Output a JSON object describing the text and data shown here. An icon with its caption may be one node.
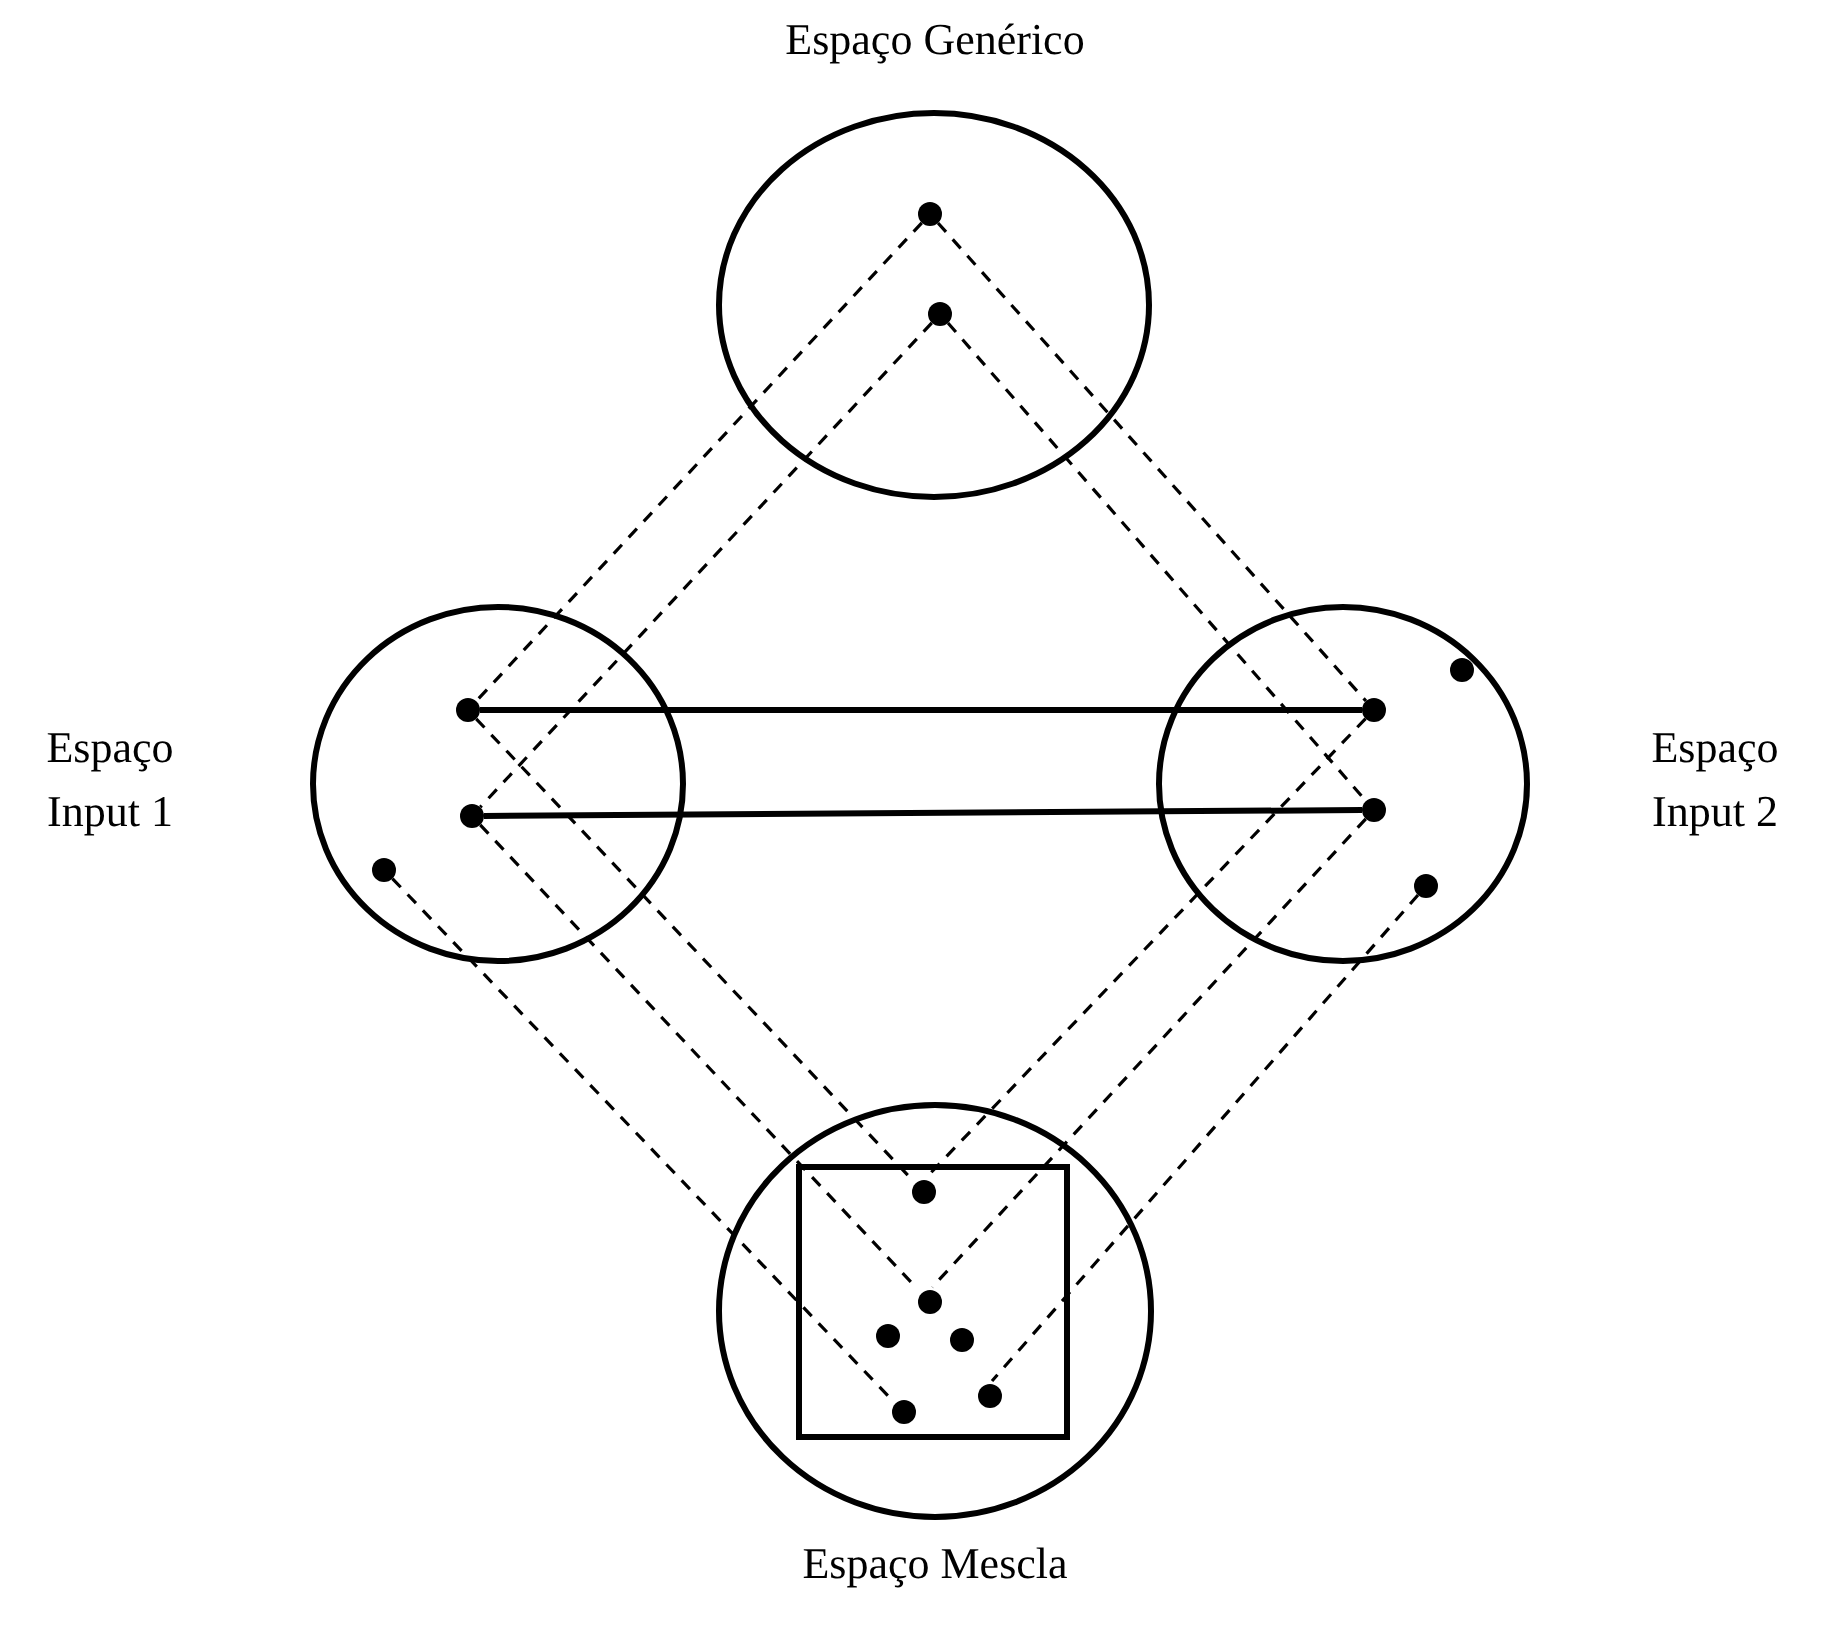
{
  "diagram": {
    "nodes": [
      {
        "text": [
          "Espaço Genérico"
        ]
      },
      {
        "text": [],
        "shape": "dot",
        "in": 0
      },
      {
        "text": [],
        "shape": "dot",
        "in": 0
      },
      {
        "text": [
          "Espaço Input 1"
        ]
      },
      {
        "text": [],
        "shape": "dot",
        "in": 3
      },
      {
        "text": [],
        "shape": "dot",
        "in": 3
      },
      {
        "text": [],
        "shape": "dot",
        "in": 3
      },
      {
        "text": [
          "Espaço Input 2"
        ]
      },
      {
        "text": [],
        "shape": "dot",
        "in": 7
      },
      {
        "text": [],
        "shape": "dot",
        "in": 7
      },
      {
        "text": [],
        "shape": "dot",
        "in": 7
      },
      {
        "text": [],
        "shape": "dot",
        "in": 7
      },
      {
        "text": [
          "Espaço Mescla"
        ]
      },
      {
        "text": [],
        "shape": "box",
        "in": 12
      },
      {
        "text": [],
        "shape": "dot",
        "in": 13
      },
      {
        "text": [],
        "shape": "dot",
        "in": 13
      },
      {
        "text": [],
        "shape": "dot",
        "in": 13
      },
      {
        "text": [],
        "shape": "dot",
        "in": 13
      },
      {
        "text": [],
        "shape": "dot",
        "in": 13
      },
      {
        "text": [],
        "shape": "dot",
        "in": 13
      }
    ],
    "edges": [
      {
        "from": 1,
        "to": 4,
        "arrow": "none",
        "style": "dashed"
      },
      {
        "from": 1,
        "to": 9,
        "arrow": "none",
        "style": "dashed"
      },
      {
        "from": 2,
        "to": 5,
        "arrow": "none",
        "style": "dashed"
      },
      {
        "from": 2,
        "to": 10,
        "arrow": "none",
        "style": "dashed"
      },
      {
        "from": 4,
        "to": 9,
        "arrow": "none"
      },
      {
        "from": 5,
        "to": 10,
        "arrow": "none"
      },
      {
        "from": 4,
        "to": 14,
        "arrow": "none",
        "style": "dashed"
      },
      {
        "from": 9,
        "to": 14,
        "arrow": "none",
        "style": "dashed"
      },
      {
        "from": 5,
        "to": 15,
        "arrow": "none",
        "style": "dashed"
      },
      {
        "from": 10,
        "to": 15,
        "arrow": "none",
        "style": "dashed"
      },
      {
        "from": 6,
        "to": 19,
        "arrow": "none",
        "style": "dashed"
      },
      {
        "from": 11,
        "to": 18,
        "arrow": "none",
        "style": "dashed"
      }
    ]
  }
}
